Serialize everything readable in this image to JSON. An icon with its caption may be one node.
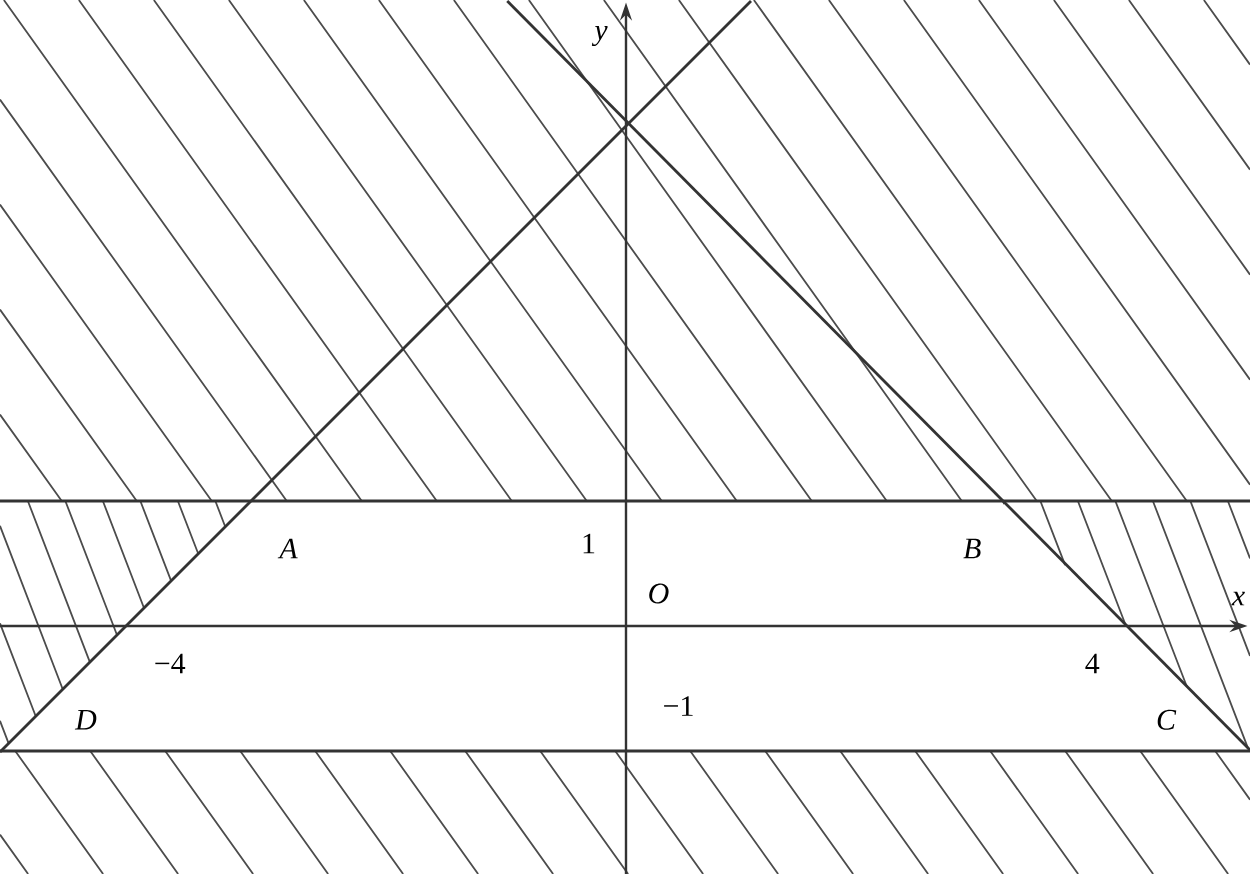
{
  "diagram": {
    "labels": [
      "y",
      "x",
      "O",
      "A",
      "B",
      "C",
      "D",
      "1",
      "−1",
      "−4",
      "4"
    ]
  }
}
